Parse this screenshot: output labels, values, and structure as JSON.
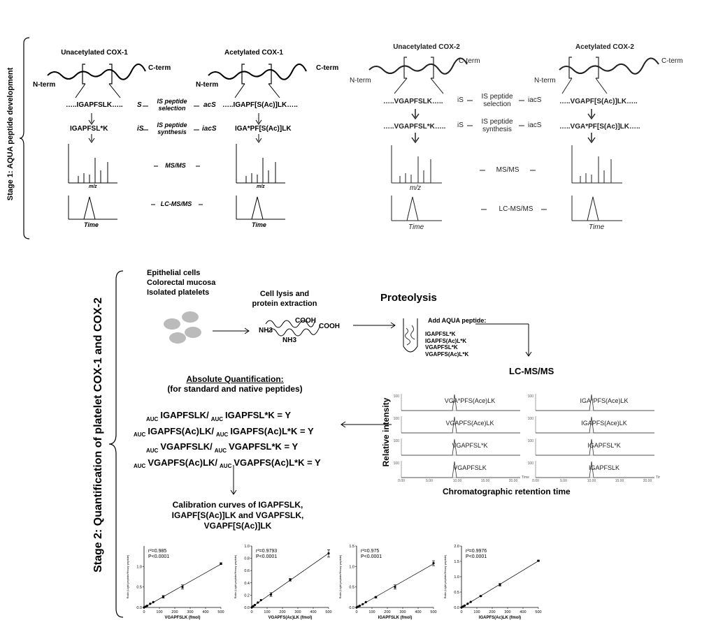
{
  "stage1": {
    "label": "Stage 1: AQUA peptide development",
    "cox1": {
      "unacetylated_title": "Unacetylated COX-1",
      "acetylated_title": "Acetylated COX-1",
      "nterm": "N-term",
      "cterm": "C-term",
      "unac_peptide": "…..IGAPFSLK…..",
      "unac_is": "IGAPFSL*K",
      "ac_peptide": "…..IGAPF[S(Ac)]LK…..",
      "ac_is": "IGA*PF[S(Ac)]LK",
      "s": "S",
      "acs": "acS",
      "is": "iS",
      "iacs": "iacS",
      "step_selection": "IS peptide selection",
      "step_synthesis": "IS peptide synthesis",
      "step_msms": "MS/MS",
      "step_lcmsms": "LC-MS/MS",
      "mz": "m/z",
      "time": "Time"
    },
    "cox2": {
      "unacetylated_title": "Unacetylated COX-2",
      "acetylated_title": "Acetylated COX-2",
      "nterm": "N-term",
      "cterm": "C-term",
      "unac_peptide": "…..VGAPFSLK…..",
      "unac_is": "…..VGAPFSL*K…..",
      "ac_peptide": "…..VGAPF[S(Ac)]LK…..",
      "ac_is": "…..VGA*PF[S(Ac)]LK…..",
      "is": "iS",
      "iacs": "iacS",
      "step_selection": "IS peptide selection",
      "step_synthesis": "IS peptide synthesis",
      "step_msms": "MS/MS",
      "step_lcmsms": "LC-MS/MS",
      "mz": "m/z",
      "time": "Time"
    }
  },
  "stage2": {
    "label": "Stage 2: Quantification of platelet COX-1 and COX-2",
    "samples": [
      "Epithelial cells",
      "Colorectal mucosa",
      "Isolated platelets"
    ],
    "lysis": "Cell lysis and protein extraction",
    "nh3": "NH3",
    "cooh": "COOH",
    "proteolysis": "Proteolysis",
    "add_aqua": "Add AQUA peptide:",
    "aqua_list": [
      "IGAPFSL*K",
      "IGAPFS(Ac)L*K",
      "VGAPFSL*K",
      "VGAPFS(Ac)L*K"
    ],
    "lcmsms": "LC-MS/MS",
    "abs_title": "Absolute Quantification:",
    "abs_sub": "(for standard and native peptides)",
    "auc": "AUC",
    "equations": [
      {
        "a": "IGAPFSLK/",
        "b": "IGAPFSL*K = Y"
      },
      {
        "a": "IGAPFS(Ac)LK/",
        "b": "IGAPFS(Ac)L*K = Y"
      },
      {
        "a": "VGAPFSLK/",
        "b": "VGAPFSL*K = Y"
      },
      {
        "a": "VGAPFS(Ac)LK/",
        "b": "VGAPFS(Ac)L*K = Y"
      }
    ],
    "calibration": "Calibration curves of IGAPFSLK, IGAPF[S(Ac)]LK and VGAPFSLK, VGAPF[S(Ac)]LK",
    "chrom": {
      "ylabel": "Relative intensity",
      "xlabel": "Chromatographic retention time",
      "left": [
        "VGA*PFS(Ace)LK",
        "VGAPFS(Ace)LK",
        "VGAPFSL*K",
        "VGAPFSLK"
      ],
      "right": [
        "IGA*PFS(Ace)LK",
        "IGAPFS(Ace)LK",
        "IGAPFSL*K",
        "IGAPFSLK"
      ],
      "ticks": [
        "0.00",
        "5.00",
        "10.00",
        "15.00",
        "20.00"
      ],
      "ytop": "100",
      "time_label": "Time"
    }
  },
  "chart_data": [
    {
      "type": "scatter",
      "title": "",
      "xlabel": "VGAPFSLK (fmol)",
      "ylabel": "Ratio (Light peptide/Heavy peptide)",
      "x": [
        0,
        10,
        20,
        40,
        60,
        125,
        250,
        500
      ],
      "y": [
        0.0,
        0.02,
        0.04,
        0.09,
        0.13,
        0.26,
        0.5,
        1.07
      ],
      "err": [
        0,
        0,
        0,
        0,
        0,
        0.03,
        0.05,
        0.02
      ],
      "xlim": [
        0,
        500
      ],
      "ylim": [
        0,
        1.5
      ],
      "yticks": [
        0.0,
        0.5,
        1.0
      ],
      "annotation": [
        "r²=0.985",
        "P<0.0001"
      ]
    },
    {
      "type": "scatter",
      "title": "",
      "xlabel": "VGAPFS(Ac)LK (fmol)",
      "ylabel": "Ratio (Light peptide/Heavy peptide)",
      "x": [
        0,
        10,
        20,
        40,
        60,
        125,
        250,
        500
      ],
      "y": [
        0.0,
        0.02,
        0.04,
        0.08,
        0.12,
        0.21,
        0.45,
        0.88
      ],
      "err": [
        0,
        0,
        0,
        0,
        0,
        0.03,
        0.02,
        0.06
      ],
      "xlim": [
        0,
        500
      ],
      "ylim": [
        0,
        1.0
      ],
      "yticks": [
        0.0,
        0.2,
        0.4,
        0.6,
        0.8,
        1.0
      ],
      "annotation": [
        "r²=0.9793",
        "P<0.0001"
      ]
    },
    {
      "type": "scatter",
      "title": "",
      "xlabel": "IGAPFSLK (fmol)",
      "ylabel": "Ratio (Light peptide/Heavy peptide)",
      "x": [
        0,
        10,
        20,
        40,
        60,
        125,
        250,
        500
      ],
      "y": [
        0.0,
        0.02,
        0.04,
        0.08,
        0.13,
        0.25,
        0.5,
        1.08
      ],
      "err": [
        0,
        0,
        0,
        0,
        0,
        0.02,
        0.05,
        0.06
      ],
      "xlim": [
        0,
        500
      ],
      "ylim": [
        0,
        1.5
      ],
      "yticks": [
        0.0,
        0.5,
        1.0,
        1.5
      ],
      "annotation": [
        "r²=0.975",
        "P<0.0001"
      ]
    },
    {
      "type": "scatter",
      "title": "",
      "xlabel": "IGAPFS(Ac)LK (fmol)",
      "ylabel": "Ratio (Light peptide/Heavy peptide)",
      "x": [
        0,
        10,
        20,
        40,
        60,
        125,
        250,
        500
      ],
      "y": [
        0.0,
        0.03,
        0.06,
        0.12,
        0.18,
        0.37,
        0.74,
        1.52
      ],
      "err": [
        0,
        0,
        0,
        0,
        0,
        0.02,
        0.04,
        0.02
      ],
      "xlim": [
        0,
        500
      ],
      "ylim": [
        0,
        2.0
      ],
      "yticks": [
        0.0,
        0.5,
        1.0,
        1.5,
        2.0
      ],
      "annotation": [
        "r²=0.9976",
        "P<0.0001"
      ]
    }
  ]
}
